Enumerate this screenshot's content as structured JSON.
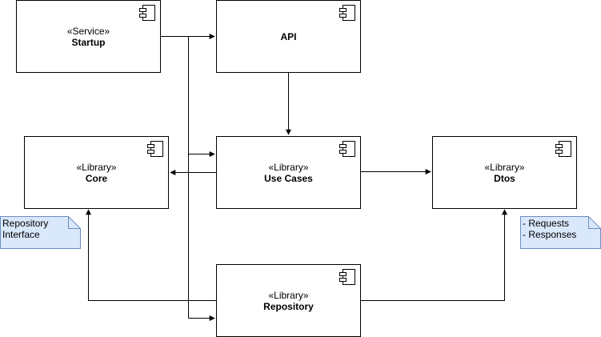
{
  "components": {
    "startup": {
      "stereotype": "«Service»",
      "name": "Startup"
    },
    "api": {
      "stereotype": "",
      "name": "API"
    },
    "core": {
      "stereotype": "«Library»",
      "name": "Core"
    },
    "use_cases": {
      "stereotype": "«Library»",
      "name": "Use Cases"
    },
    "dtos": {
      "stereotype": "«Library»",
      "name": "Dtos"
    },
    "repository": {
      "stereotype": "«Library»",
      "name": "Repository"
    }
  },
  "notes": {
    "repository_interface": [
      "Repository",
      "Interface"
    ],
    "dtos_contents": [
      "- Requests",
      "- Responses"
    ]
  },
  "colors": {
    "stroke": "#000000",
    "note_fill": "#dae8fc",
    "note_stroke": "#6c8ebf"
  },
  "icons": {
    "component": "uml-component-icon"
  }
}
